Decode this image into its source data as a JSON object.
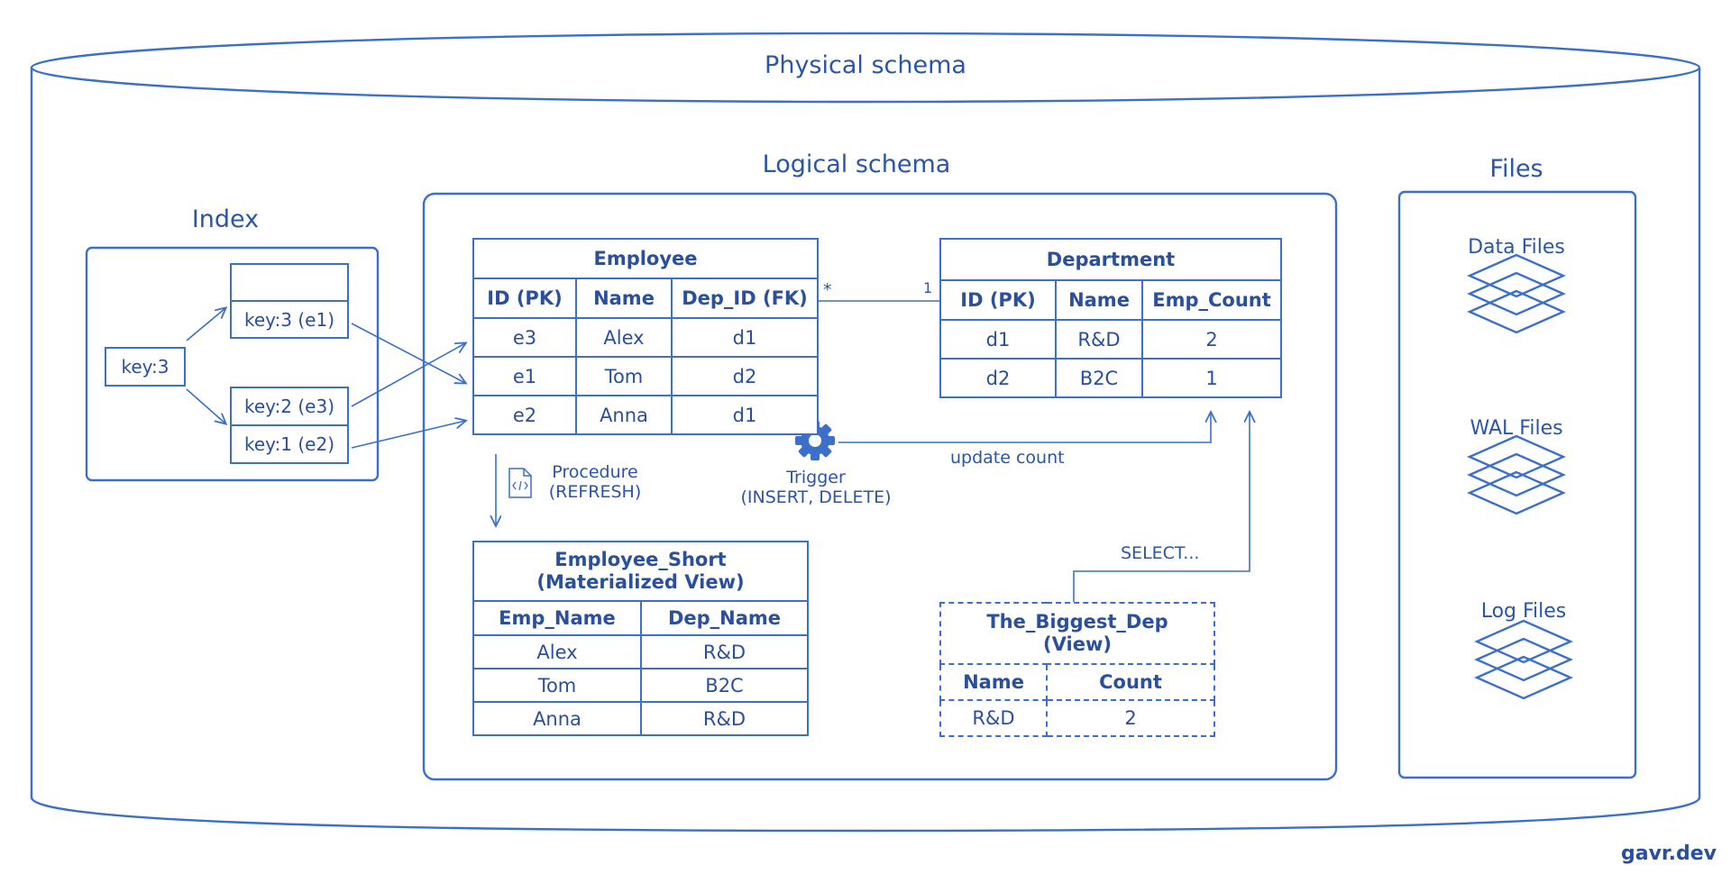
{
  "physical_schema": {
    "title": "Physical schema"
  },
  "logical_schema": {
    "title": "Logical schema"
  },
  "index": {
    "title": "Index",
    "root_key": "key:3",
    "leaf_top": [
      "",
      "key:3 (e1)"
    ],
    "leaf_bottom": [
      "key:2 (e3)",
      "key:1 (e2)"
    ]
  },
  "employee": {
    "title": "Employee",
    "headers": [
      "ID (PK)",
      "Name",
      "Dep_ID (FK)"
    ],
    "rows": [
      [
        "e3",
        "Alex",
        "d1"
      ],
      [
        "e1",
        "Tom",
        "d2"
      ],
      [
        "e2",
        "Anna",
        "d1"
      ]
    ]
  },
  "department": {
    "title": "Department",
    "headers": [
      "ID (PK)",
      "Name",
      "Emp_Count"
    ],
    "rows": [
      [
        "d1",
        "R&D",
        "2"
      ],
      [
        "d2",
        "B2C",
        "1"
      ]
    ]
  },
  "relation": {
    "many": "*",
    "one": "1"
  },
  "procedure": {
    "line1": "Procedure",
    "line2": "(REFRESH)",
    "icon": "code-file-icon"
  },
  "trigger": {
    "line1": "Trigger",
    "line2": "(INSERT, DELETE)",
    "icon": "gear-icon",
    "action": "update count"
  },
  "materialized_view": {
    "title_line1": "Employee_Short",
    "title_line2": "(Materialized View)",
    "headers": [
      "Emp_Name",
      "Dep_Name"
    ],
    "rows": [
      [
        "Alex",
        "R&D"
      ],
      [
        "Tom",
        "B2C"
      ],
      [
        "Anna",
        "R&D"
      ]
    ]
  },
  "view": {
    "title_line1": "The_Biggest_Dep",
    "title_line2": "(View)",
    "headers": [
      "Name",
      "Count"
    ],
    "rows": [
      [
        "R&D",
        "2"
      ]
    ],
    "query": "SELECT..."
  },
  "files": {
    "title": "Files",
    "items": [
      "Data Files",
      "WAL Files",
      "Log Files"
    ],
    "icon": "layers-icon"
  },
  "brand": "gavr.dev",
  "colors": {
    "stroke": "#3b6fc9",
    "text": "#2a4f9c"
  }
}
